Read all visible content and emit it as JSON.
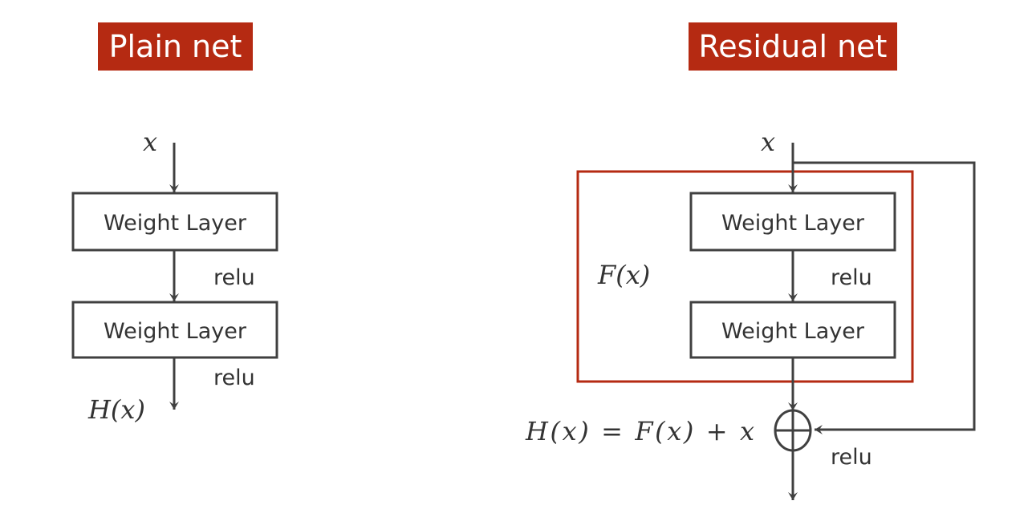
{
  "plain": {
    "title": "Plain net",
    "input": "x",
    "layer1": "Weight Layer",
    "relu1": "relu",
    "layer2": "Weight Layer",
    "relu2": "relu",
    "output": "H(x)"
  },
  "residual": {
    "title": "Residual net",
    "input": "x",
    "block_label": "F(x)",
    "layer1": "Weight Layer",
    "relu1": "relu",
    "layer2": "Weight Layer",
    "equation": "H(x) = F(x) + x",
    "relu2": "relu"
  },
  "colors": {
    "accent": "#b52a12",
    "line": "#404040"
  }
}
